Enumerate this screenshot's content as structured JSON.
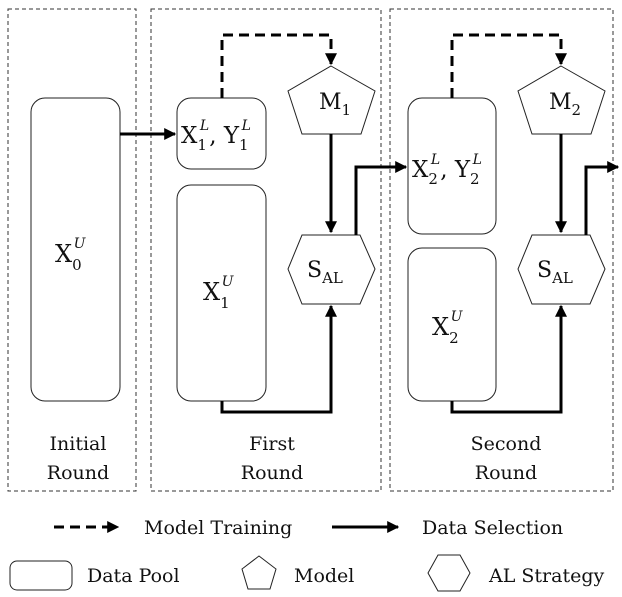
{
  "rounds": {
    "initial": {
      "line1": "Initial",
      "line2": "Round"
    },
    "first": {
      "line1": "First",
      "line2": "Round"
    },
    "second": {
      "line1": "Second",
      "line2": "Round"
    }
  },
  "nodes": {
    "x0u": {
      "base": "X",
      "sub": "0",
      "sup": "U"
    },
    "x1l": {
      "base1": "X",
      "sub1": "1",
      "sup1": "L",
      "sep": ", ",
      "base2": "Y",
      "sub2": "1",
      "sup2": "L"
    },
    "x1u": {
      "base": "X",
      "sub": "1",
      "sup": "U"
    },
    "m1": {
      "base": "M",
      "sub": "1"
    },
    "sal1": {
      "base": "S",
      "sub": "AL"
    },
    "x2l": {
      "base1": "X",
      "sub1": "2",
      "sup1": "L",
      "sep": ", ",
      "base2": "Y",
      "sub2": "2",
      "sup2": "L"
    },
    "x2u": {
      "base": "X",
      "sub": "2",
      "sup": "U"
    },
    "m2": {
      "base": "M",
      "sub": "2"
    },
    "sal2": {
      "base": "S",
      "sub": "AL"
    }
  },
  "legend": {
    "model_training": "Model Training",
    "data_selection": "Data Selection",
    "data_pool": "Data Pool",
    "model": "Model",
    "al_strategy": "AL Strategy"
  }
}
